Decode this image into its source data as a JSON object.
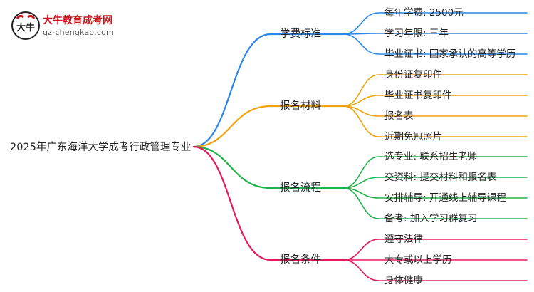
{
  "logo": {
    "title": "大牛教育成考网",
    "url": "gz-chengkao.com",
    "mark_text": "大牛",
    "colors": {
      "title": "#c8171e"
    }
  },
  "mindmap": {
    "root": "2025年广东海洋大学成考行政管理专业",
    "branches": [
      {
        "label": "学费标准",
        "color": "#2a86e8",
        "items": [
          "每年学费: 2500元",
          "学习年限: 三年",
          "毕业证书: 国家承认的高等学历"
        ]
      },
      {
        "label": "报名材料",
        "color": "#f0a30a",
        "items": [
          "身份证复印件",
          "毕业证书复印件",
          "报名表",
          "近期免冠照片"
        ]
      },
      {
        "label": "报名流程",
        "color": "#22b24c",
        "items": [
          "选专业: 联系招生老师",
          "交资料: 提交材料和报名表",
          "安排辅导: 开通线上辅导课程",
          "备考: 加入学习群复习"
        ]
      },
      {
        "label": "报名条件",
        "color": "#e8185f",
        "items": [
          "遵守法律",
          "大专或以上学历",
          "身体健康"
        ]
      }
    ]
  }
}
